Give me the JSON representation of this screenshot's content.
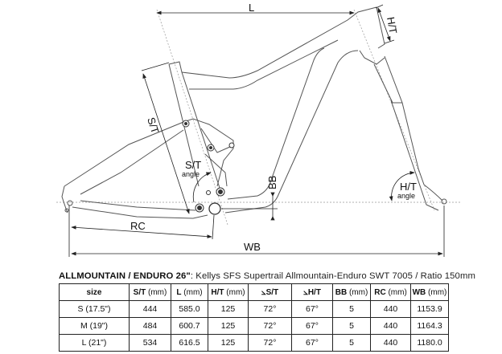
{
  "diagram": {
    "labels": {
      "L": "L",
      "HT": "H/T",
      "ST": "S/T",
      "ST_angle_1": "S/T",
      "ST_angle_2": "angle",
      "HT_angle_1": "H/T",
      "HT_angle_2": "angle",
      "BB": "BB",
      "RC": "RC",
      "WB": "WB"
    },
    "line_color": "#555555"
  },
  "caption": {
    "title": "ALLMOUNTAIN / ENDURO 26\"",
    "rest": ": Kellys SFS Supertrail Allmountain-Enduro SWT 7005 / Ratio 150mm"
  },
  "table": {
    "headers": [
      {
        "bold": "size",
        "unit": ""
      },
      {
        "bold": "S/T",
        "unit": " (mm)"
      },
      {
        "bold": "L",
        "unit": " (mm)"
      },
      {
        "bold": "H/T",
        "unit": " (mm)"
      },
      {
        "bold": "⦣S/T",
        "unit": ""
      },
      {
        "bold": "⦣H/T",
        "unit": ""
      },
      {
        "bold": "BB",
        "unit": " (mm)"
      },
      {
        "bold": "RC",
        "unit": " (mm)"
      },
      {
        "bold": "WB",
        "unit": " (mm)"
      }
    ],
    "rows": [
      [
        "S (17.5\")",
        "444",
        "585.0",
        "125",
        "72°",
        "67°",
        "5",
        "440",
        "1153.9"
      ],
      [
        "M (19\")",
        "484",
        "600.7",
        "125",
        "72°",
        "67°",
        "5",
        "440",
        "1164.3"
      ],
      [
        "L (21\")",
        "534",
        "616.5",
        "125",
        "72°",
        "67°",
        "5",
        "440",
        "1180.0"
      ]
    ]
  }
}
